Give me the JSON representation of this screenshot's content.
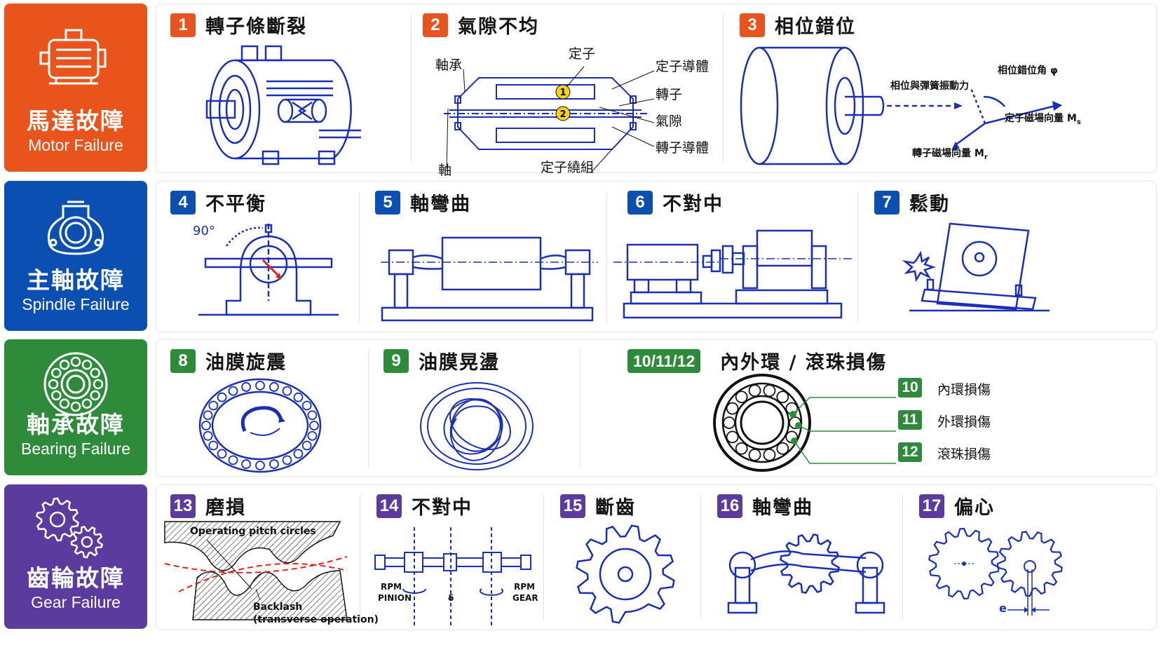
{
  "categories": [
    {
      "zh": "馬達故障",
      "en": "Motor Failure",
      "color": "#e8541b",
      "icon": "motor-icon"
    },
    {
      "zh": "主軸故障",
      "en": "Spindle Failure",
      "color": "#0b4fb3",
      "icon": "spindle-icon"
    },
    {
      "zh": "軸承故障",
      "en": "Bearing Failure",
      "color": "#2e8b3a",
      "icon": "bearing-icon"
    },
    {
      "zh": "齒輪故障",
      "en": "Gear Failure",
      "color": "#5b3c9e",
      "icon": "gear-icon"
    }
  ],
  "faults": {
    "f1": {
      "num": "1",
      "title": "轉子條斷裂"
    },
    "f2": {
      "num": "2",
      "title": "氣隙不均",
      "labels": {
        "bearing": "軸承",
        "stator": "定子",
        "stator_conductor": "定子導體",
        "rotor": "轉子",
        "air_gap": "氣隙",
        "rotor_conductor": "轉子導體",
        "shaft": "軸",
        "stator_winding": "定子繞組",
        "marker1": "1",
        "marker2": "2"
      }
    },
    "f3": {
      "num": "3",
      "title": "相位錯位",
      "labels": {
        "force": "相位與彈簧振動力",
        "angle": "相位錯位角 φ",
        "ms": "定子磁場向量 M",
        "ms_sub": "s",
        "mr": "轉子磁場向量 M",
        "mr_sub": "r"
      }
    },
    "f4": {
      "num": "4",
      "title": "不平衡",
      "angle": "90°"
    },
    "f5": {
      "num": "5",
      "title": "軸彎曲"
    },
    "f6": {
      "num": "6",
      "title": "不對中"
    },
    "f7": {
      "num": "7",
      "title": "鬆動"
    },
    "f8": {
      "num": "8",
      "title": "油膜旋震"
    },
    "f9": {
      "num": "9",
      "title": "油膜晃盪"
    },
    "f10": {
      "num": "10/11/12",
      "title": "內外環 / 滾珠損傷",
      "items": [
        {
          "num": "10",
          "label": "內環損傷"
        },
        {
          "num": "11",
          "label": "外環損傷"
        },
        {
          "num": "12",
          "label": "滾珠損傷"
        }
      ]
    },
    "f13": {
      "num": "13",
      "title": "磨損",
      "pitch": "Operating pitch circles",
      "backlash": "Backlash",
      "backlash2": "(transverse operation)"
    },
    "f14": {
      "num": "14",
      "title": "不對中",
      "rpm1": "RPM",
      "pinion": "PINION",
      "rpm2": "RPM",
      "gear": "GEAR",
      "delta": "δ"
    },
    "f15": {
      "num": "15",
      "title": "斷齒"
    },
    "f16": {
      "num": "16",
      "title": "軸彎曲"
    },
    "f17": {
      "num": "17",
      "title": "偏心",
      "e": "e"
    }
  },
  "colors": {
    "line": "#1a2fb5",
    "motor": "#e8541b",
    "spindle": "#0b4fb3",
    "bearing": "#2e8b3a",
    "gear": "#5b3c9e",
    "marker": "#f3d21b",
    "red": "#e0201c"
  }
}
